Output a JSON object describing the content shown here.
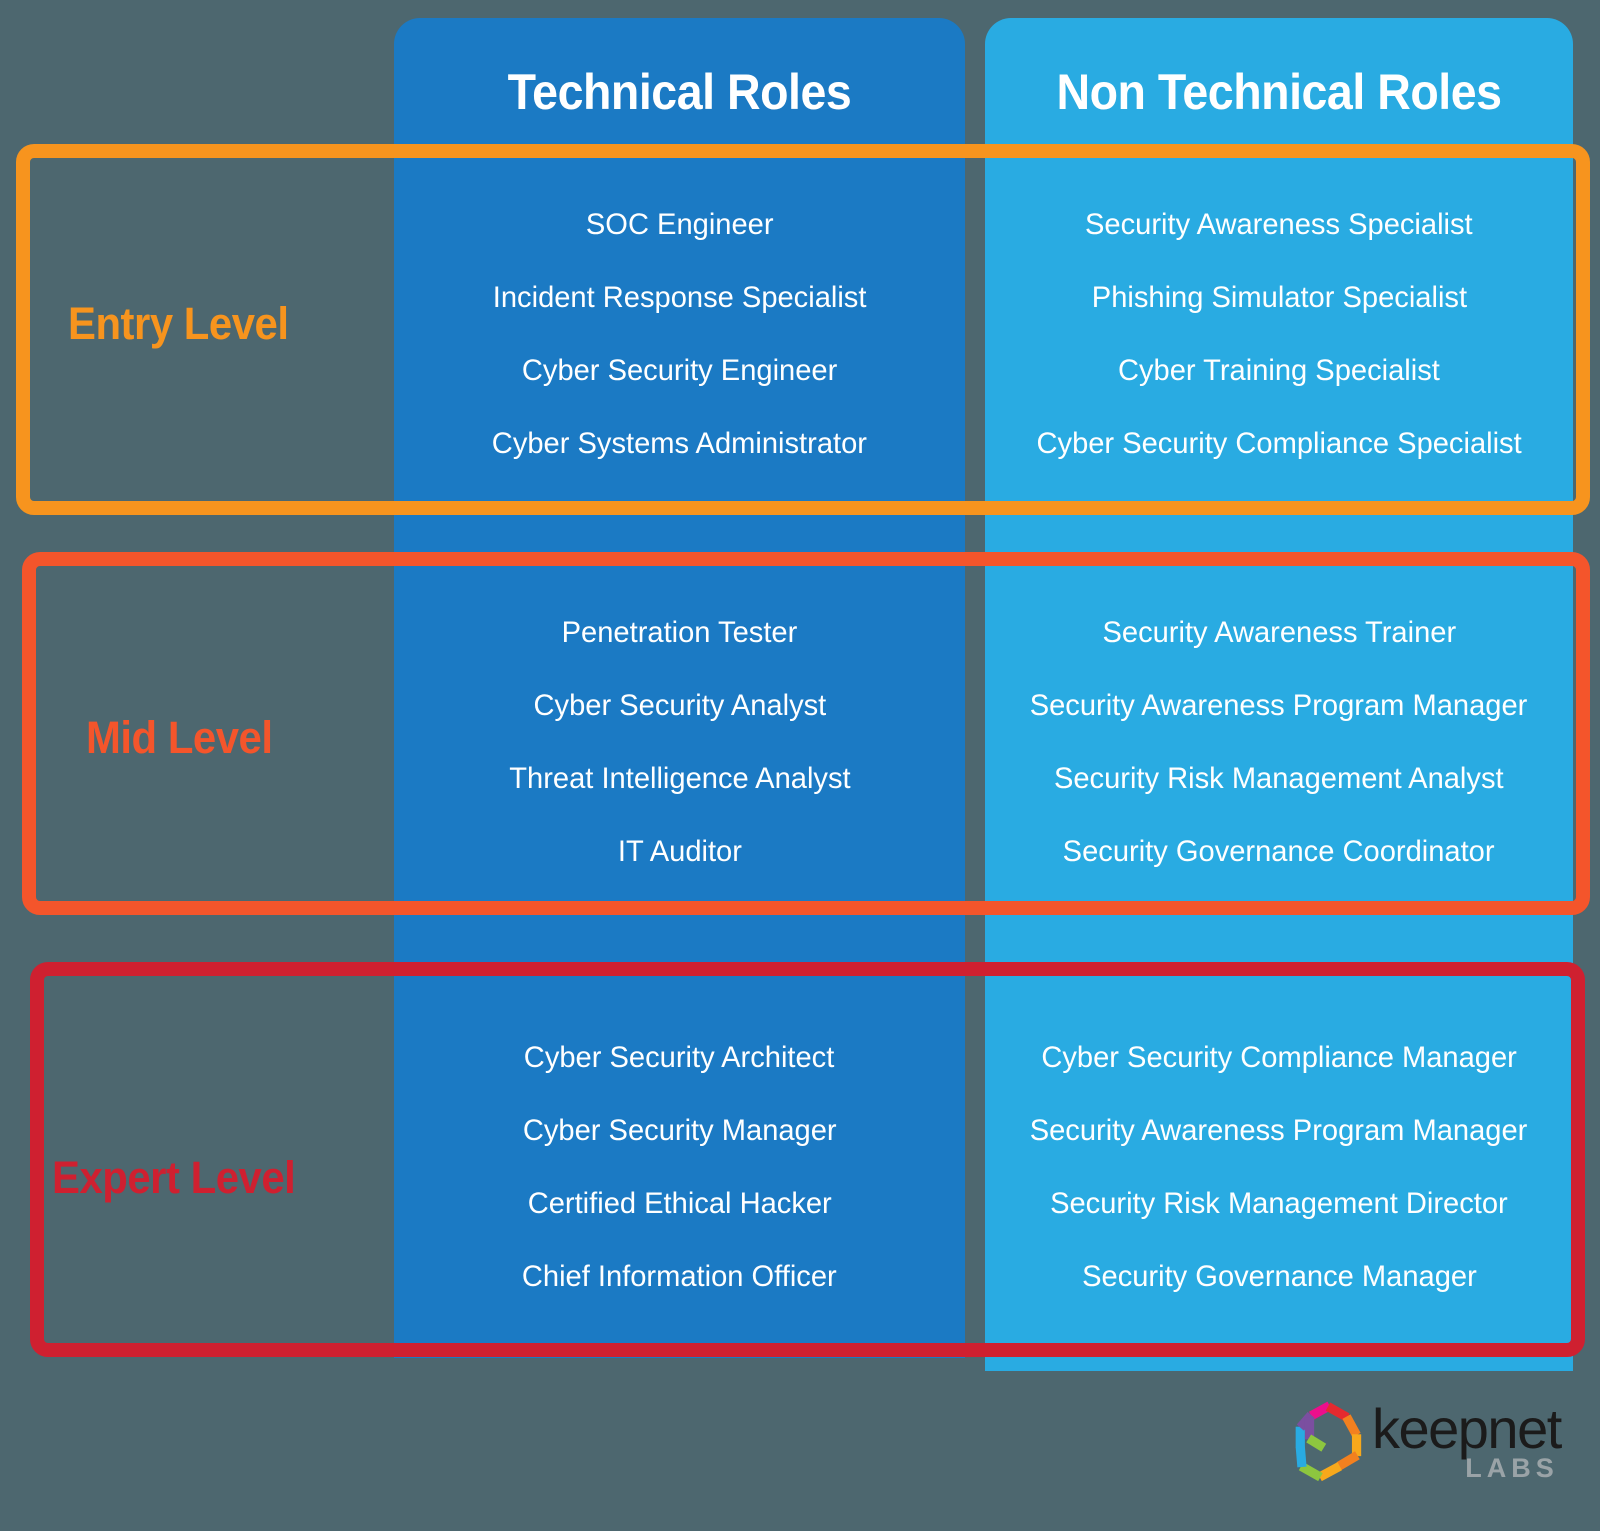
{
  "columns": [
    {
      "id": "technical",
      "header": "Technical Roles",
      "color": "#1b7ac4"
    },
    {
      "id": "non-technical",
      "header": "Non Technical Roles",
      "color": "#29abe2"
    }
  ],
  "levels": [
    {
      "id": "entry",
      "label": "Entry Level",
      "color": "#f7941e"
    },
    {
      "id": "mid",
      "label": "Mid Level",
      "color": "#f4552b"
    },
    {
      "id": "expert",
      "label": "Expert Level",
      "color": "#cf2030"
    }
  ],
  "matrix": {
    "entry": {
      "technical": [
        "SOC Engineer",
        "Incident Response Specialist",
        "Cyber Security Engineer",
        "Cyber Systems Administrator"
      ],
      "non_technical": [
        "Security Awareness Specialist",
        "Phishing Simulator Specialist",
        "Cyber Training Specialist",
        "Cyber Security Compliance Specialist"
      ]
    },
    "mid": {
      "technical": [
        "Penetration Tester",
        "Cyber Security Analyst",
        "Threat Intelligence Analyst",
        "IT Auditor"
      ],
      "non_technical": [
        "Security Awareness Trainer",
        "Security Awareness Program Manager",
        "Security Risk Management Analyst",
        "Security Governance Coordinator"
      ]
    },
    "expert": {
      "technical": [
        "Cyber Security Architect",
        "Cyber Security Manager",
        "Certified Ethical Hacker",
        "Chief Information Officer"
      ],
      "non_technical": [
        "Cyber Security Compliance Manager",
        "Security Awareness Program Manager",
        "Security Risk Management Director",
        "Security Governance Manager"
      ]
    }
  },
  "logo": {
    "wordmark": "keepnet",
    "subtitle": "LABS",
    "mark_colors": [
      "#e52a2f",
      "#f2801f",
      "#f7a81b",
      "#8dc63f",
      "#29abe2",
      "#7b4fa0",
      "#ec0f8c"
    ]
  },
  "background_color": "#4d676f"
}
